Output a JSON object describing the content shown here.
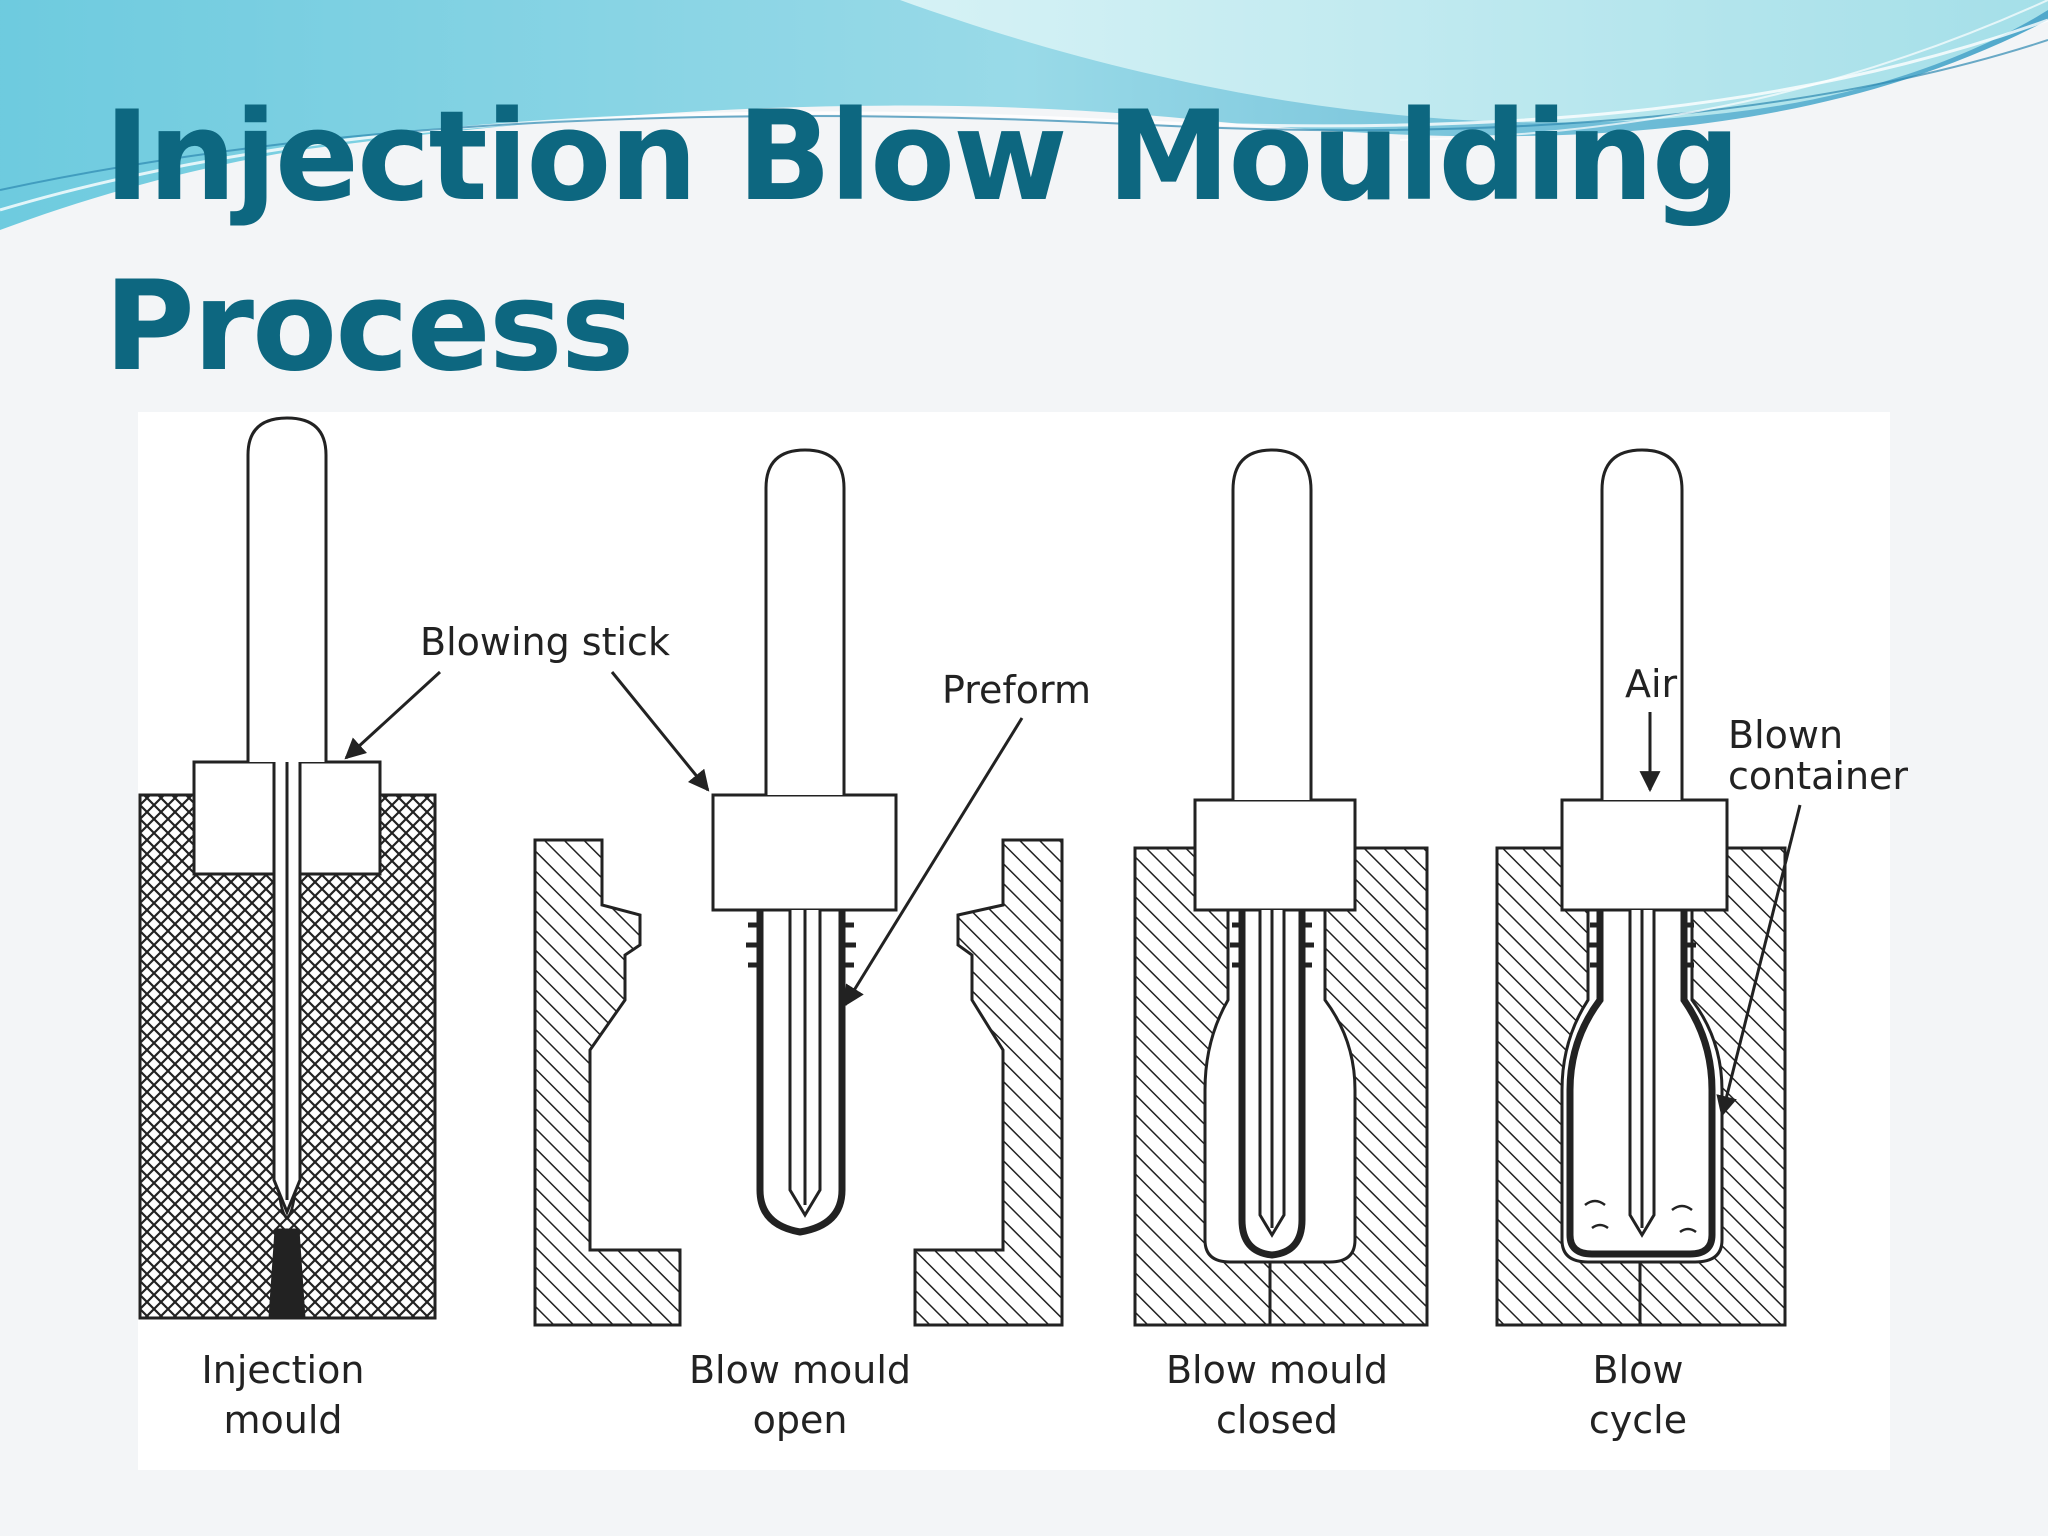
{
  "slide": {
    "title_line1": "Injection Blow Moulding",
    "title_line2": "Process"
  },
  "colors": {
    "title": "#0d6780",
    "background": "#f3f5f7",
    "wave_light": "#bfe9ef",
    "wave_mid": "#7fcfe0",
    "wave_dark": "#3f9fc4"
  },
  "diagram": {
    "callouts": {
      "blowing_stick": "Blowing stick",
      "preform": "Preform",
      "air": "Air",
      "blown_container_line1": "Blown",
      "blown_container_line2": "container"
    },
    "stages": [
      {
        "line1": "Injection",
        "line2": "mould"
      },
      {
        "line1": "Blow mould",
        "line2": "open"
      },
      {
        "line1": "Blow mould",
        "line2": "closed"
      },
      {
        "line1": "Blow",
        "line2": "cycle"
      }
    ]
  }
}
